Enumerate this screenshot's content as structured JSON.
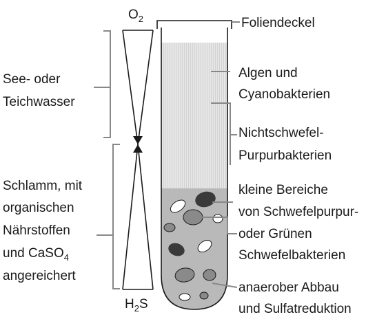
{
  "left": {
    "top_label": "O",
    "top_sub": "2",
    "bottom_label": "H",
    "bottom_sub": "2",
    "bottom_tail": "S",
    "water": [
      "See- oder",
      "Teichwasser"
    ],
    "mud_line1": "Schlamm, mit",
    "mud_line2": "organischen",
    "mud_line3": "Nährstoffen",
    "mud_line4_pre": "und CaSO",
    "mud_line4_sub": "4",
    "mud_line5": "angereichert"
  },
  "right": {
    "lid": "Foliendeckel",
    "algae": [
      "Algen und",
      "Cyanobakterien"
    ],
    "nonsulfur": [
      "Nichtschwefel-",
      "Purpurbakterien"
    ],
    "sulfur": [
      "kleine Bereiche",
      "von Schwefelpurpur-",
      "oder Grünen",
      "Schwefelbakterien"
    ],
    "anaerobic": [
      "anaerober Abbau",
      "und Sulfatreduktion"
    ]
  },
  "colors": {
    "water_fill": "#e6e6e6",
    "mud_fill": "#b9b9b9",
    "blob_dark": "#3a3a3a",
    "blob_mid": "#8a8a8a",
    "blob_white": "#ffffff",
    "line": "#888888"
  }
}
